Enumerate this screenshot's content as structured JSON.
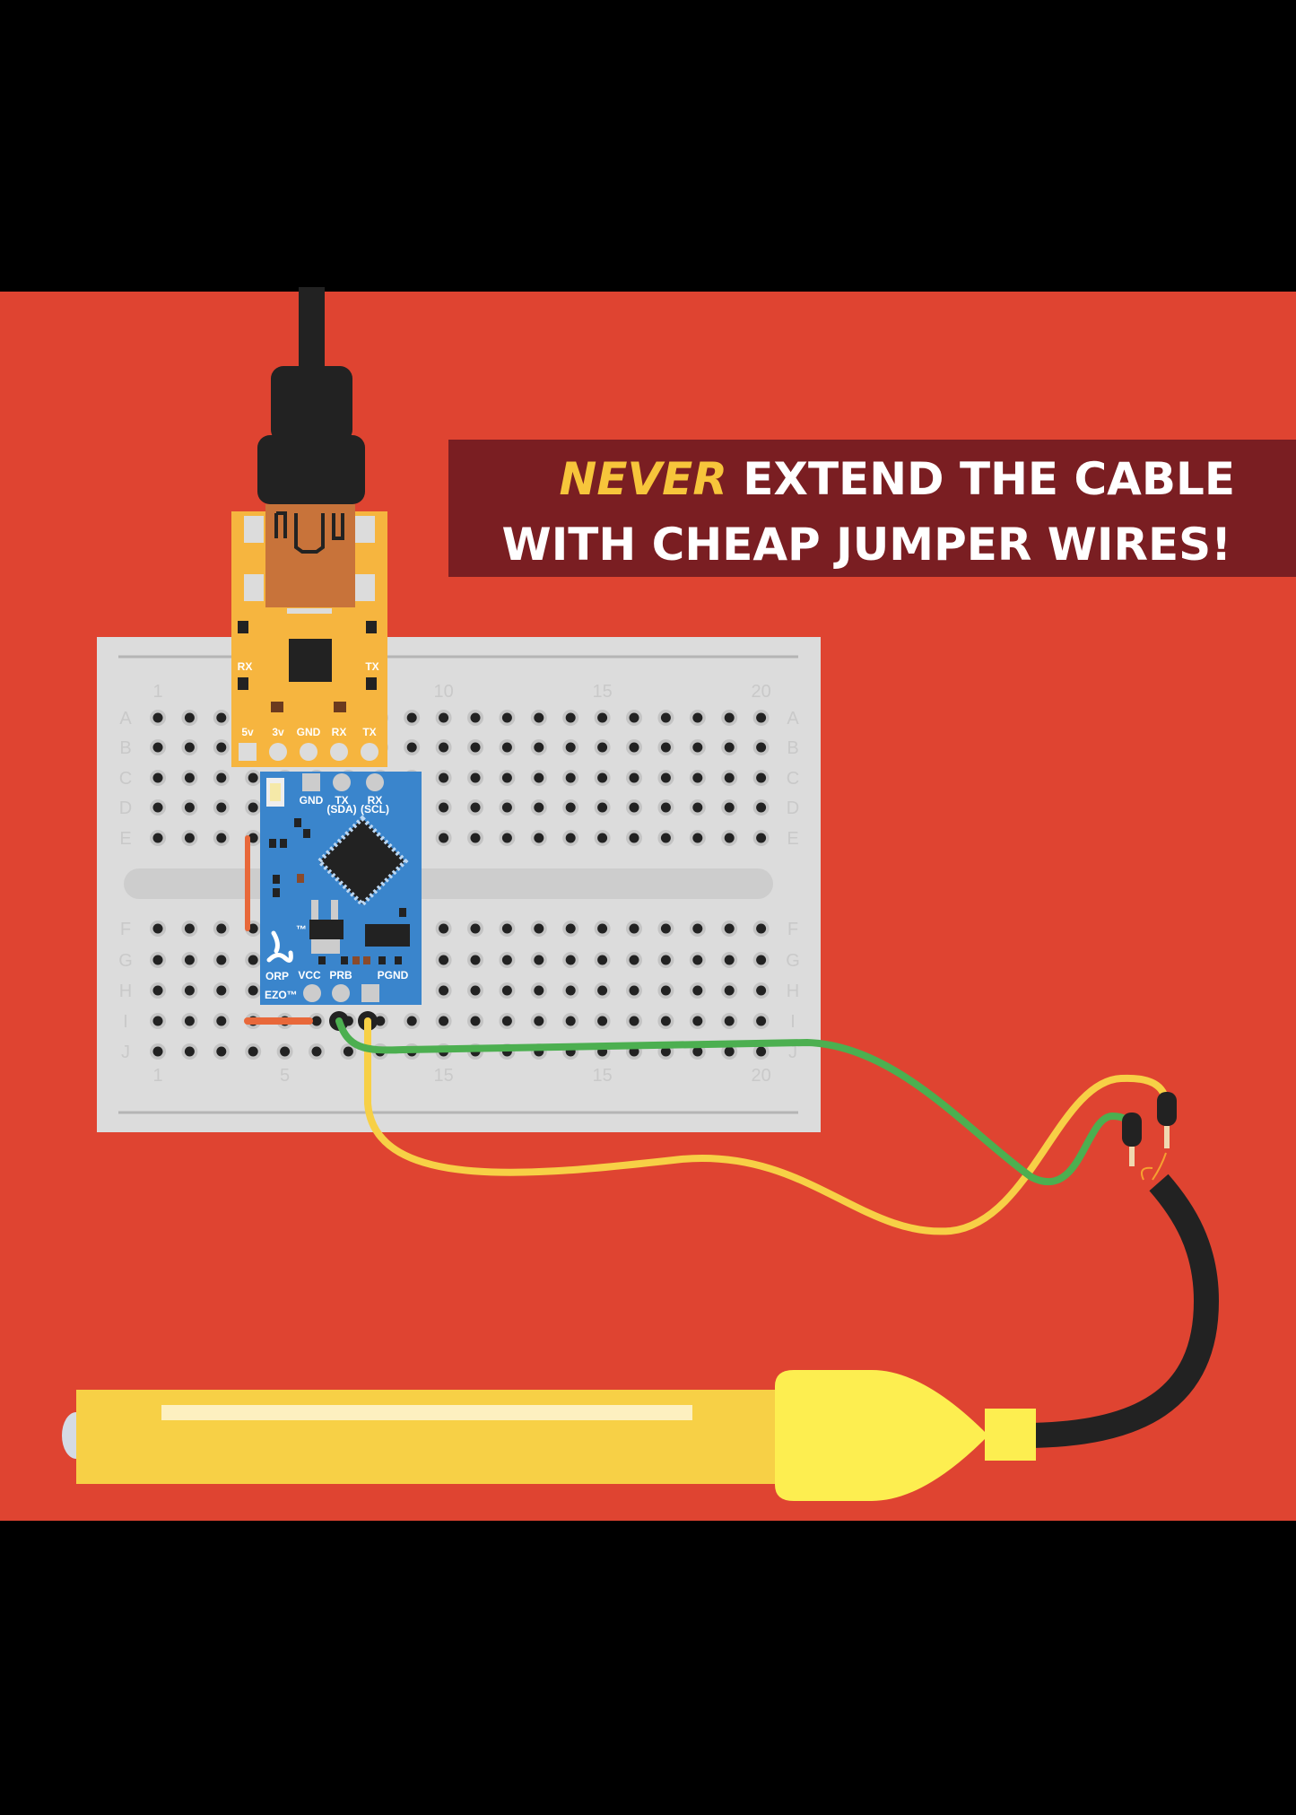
{
  "banner": {
    "emphasis": "NEVER",
    "line1_rest": " EXTEND THE CABLE",
    "line2": "WITH CHEAP JUMPER WIRES!"
  },
  "colors": {
    "background": "#df4431",
    "banner": "#7a1e22",
    "emphasis": "#f7c53b",
    "breadboard": "#dcdcdc",
    "usb_board": "#f6b53f",
    "ezo_board": "#3a85cc",
    "wire_green": "#4caf50",
    "wire_yellow": "#f7d046",
    "probe_body": "#f7d046",
    "probe_cap": "#fdee50"
  },
  "breadboard": {
    "rows_top": [
      "A",
      "B",
      "C",
      "D",
      "E"
    ],
    "rows_bottom": [
      "F",
      "G",
      "H",
      "I",
      "J"
    ],
    "top_column_labels": [
      "1",
      "10",
      "15",
      "20"
    ],
    "bottom_column_labels": [
      "1",
      "5",
      "15",
      "15",
      "20"
    ],
    "columns": 20
  },
  "usb_board": {
    "side_left": "RX",
    "side_right": "TX",
    "pins": [
      "5v",
      "3v",
      "GND",
      "RX",
      "TX"
    ]
  },
  "ezo_board": {
    "top_pins": [
      "GND",
      "TX",
      "RX"
    ],
    "top_pin_sub": [
      "(SDA)",
      "(SCL)"
    ],
    "bottom_pins": [
      "VCC",
      "PRB",
      "PGND"
    ],
    "name": "ORP",
    "brand": "EZO™",
    "tm": "™"
  }
}
